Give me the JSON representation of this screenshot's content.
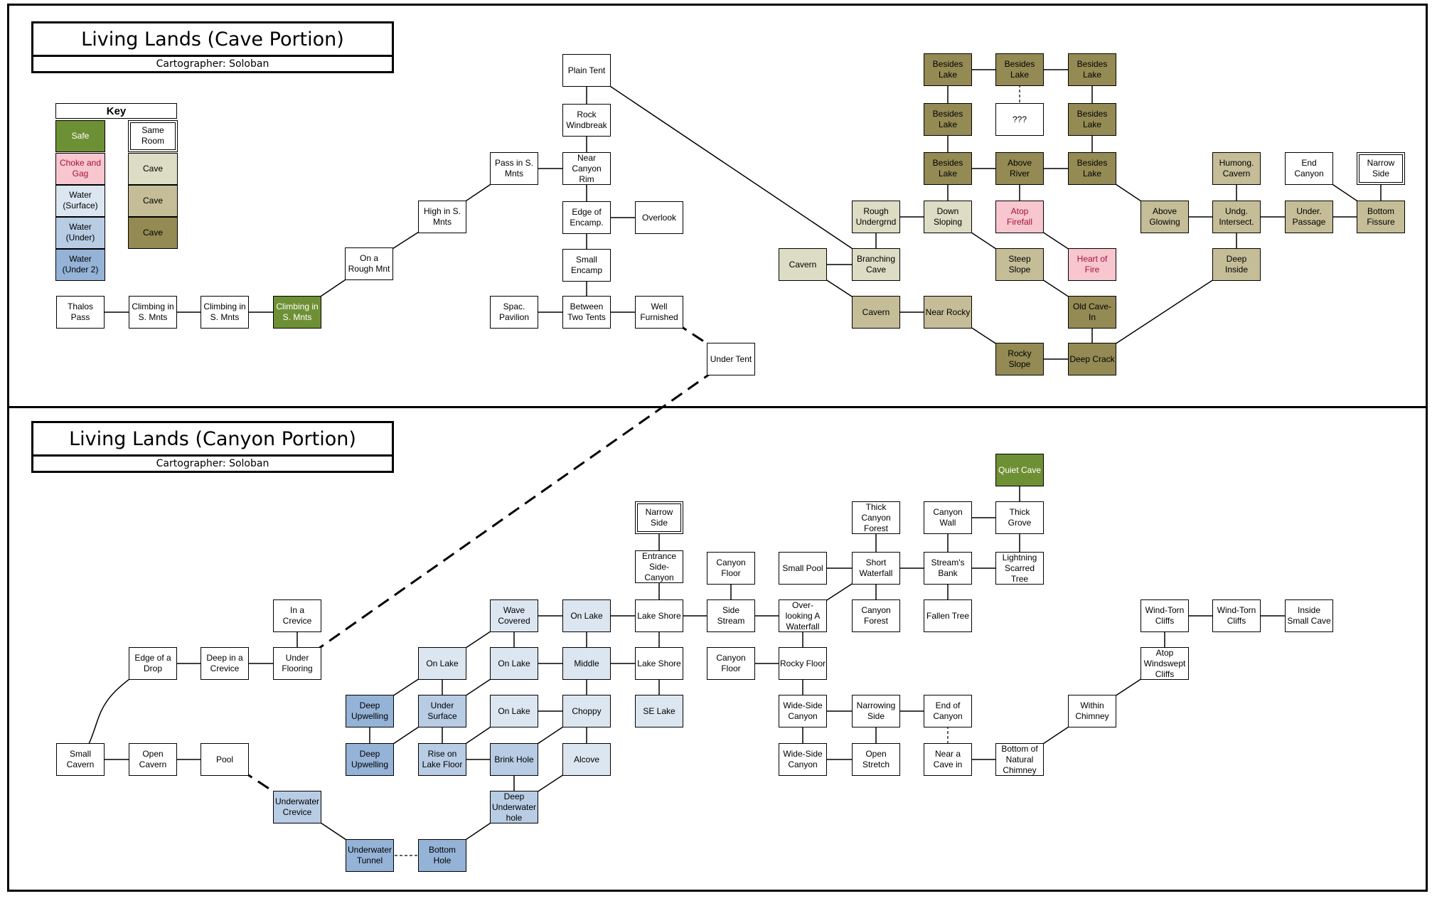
{
  "cave_portion": {
    "title": "Living Lands (Cave Portion)",
    "subtitle": "Cartographer: Soloban"
  },
  "canyon_portion": {
    "title": "Living Lands (Canyon Portion)",
    "subtitle": "Cartographer: Soloban"
  },
  "key": {
    "title": "Key",
    "items": [
      {
        "id": "k_safe",
        "label": "Safe",
        "type": "safe"
      },
      {
        "id": "k_choke",
        "label": "Choke and Gag",
        "type": "choke"
      },
      {
        "id": "k_ws",
        "label": "Water (Surface)",
        "type": "wsurf"
      },
      {
        "id": "k_wu",
        "label": "Water (Under)",
        "type": "wunder"
      },
      {
        "id": "k_wu2",
        "label": "Water (Under 2)",
        "type": "wunder2"
      },
      {
        "id": "k_same",
        "label": "Same Room",
        "type": "same"
      },
      {
        "id": "k_c1",
        "label": "Cave",
        "type": "cave1"
      },
      {
        "id": "k_c2",
        "label": "Cave",
        "type": "cave2"
      },
      {
        "id": "k_c3",
        "label": "Cave",
        "type": "cave3"
      }
    ]
  },
  "colors": {
    "safe": "#6e9034",
    "choke": "#f7c6cf",
    "choke_text": "#a4143a",
    "water_surface": "#dce6f1",
    "water_under": "#b8cce4",
    "water_under2": "#95b3d7",
    "cave_light": "#dddcc4",
    "cave_medium": "#c4bd97",
    "cave_dark": "#948a54"
  },
  "rooms": [
    {
      "id": "thalos",
      "label": "Thalos Pass",
      "type": "plain"
    },
    {
      "id": "climb1",
      "label": "Climbing in S. Mnts",
      "type": "plain"
    },
    {
      "id": "climb2",
      "label": "Climbing in S. Mnts",
      "type": "plain"
    },
    {
      "id": "climb3",
      "label": "Climbing in S. Mnts",
      "type": "safe"
    },
    {
      "id": "rough",
      "label": "On a Rough Mnt",
      "type": "plain"
    },
    {
      "id": "high",
      "label": "High in S. Mnts",
      "type": "plain"
    },
    {
      "id": "pass",
      "label": "Pass in S. Mnts",
      "type": "plain"
    },
    {
      "id": "plaintent",
      "label": "Plain Tent",
      "type": "plain"
    },
    {
      "id": "windbreak",
      "label": "Rock Windbreak",
      "type": "plain"
    },
    {
      "id": "nearrim",
      "label": "Near Canyon Rim",
      "type": "plain"
    },
    {
      "id": "edgeenc",
      "label": "Edge of Encamp.",
      "type": "plain"
    },
    {
      "id": "overlook",
      "label": "Overlook",
      "type": "plain"
    },
    {
      "id": "smallenc",
      "label": "Small Encamp",
      "type": "plain"
    },
    {
      "id": "spac",
      "label": "Spac. Pavilion",
      "type": "plain"
    },
    {
      "id": "between",
      "label": "Between Two Tents",
      "type": "plain"
    },
    {
      "id": "wellfurn",
      "label": "Well Furnished",
      "type": "plain"
    },
    {
      "id": "undertent",
      "label": "Under Tent",
      "type": "plain"
    },
    {
      "id": "bl1",
      "label": "Besides Lake",
      "type": "cave3"
    },
    {
      "id": "bl2",
      "label": "Besides Lake",
      "type": "cave3"
    },
    {
      "id": "bl3",
      "label": "Besides Lake",
      "type": "cave3"
    },
    {
      "id": "bl4",
      "label": "Besides Lake",
      "type": "cave3"
    },
    {
      "id": "qqq",
      "label": "???",
      "type": "plain"
    },
    {
      "id": "bl5",
      "label": "Besides Lake",
      "type": "cave3"
    },
    {
      "id": "bl6",
      "label": "Besides Lake",
      "type": "cave3"
    },
    {
      "id": "aboveriver",
      "label": "Above River",
      "type": "cave3"
    },
    {
      "id": "bl7",
      "label": "Besides Lake",
      "type": "cave3"
    },
    {
      "id": "roughug",
      "label": "Rough Undergrnd",
      "type": "cave1"
    },
    {
      "id": "downslope",
      "label": "Down Sloping",
      "type": "cave1"
    },
    {
      "id": "atopfire",
      "label": "Atop Firefall",
      "type": "choke"
    },
    {
      "id": "heartfire",
      "label": "Heart of Fire",
      "type": "choke"
    },
    {
      "id": "cavernA",
      "label": "Cavern",
      "type": "cave1"
    },
    {
      "id": "branching",
      "label": "Branching Cave",
      "type": "cave1"
    },
    {
      "id": "steepslope",
      "label": "Steep Slope",
      "type": "cave2"
    },
    {
      "id": "cavernB",
      "label": "Cavern",
      "type": "cave2"
    },
    {
      "id": "nearrocky",
      "label": "Near Rocky",
      "type": "cave2"
    },
    {
      "id": "oldcave",
      "label": "Old Cave-In",
      "type": "cave3"
    },
    {
      "id": "rockyslope",
      "label": "Rocky Slope",
      "type": "cave3"
    },
    {
      "id": "deepcrack",
      "label": "Deep Crack",
      "type": "cave3"
    },
    {
      "id": "humong",
      "label": "Humong. Cavern",
      "type": "cave2"
    },
    {
      "id": "aboveglow",
      "label": "Above Glowing",
      "type": "cave2"
    },
    {
      "id": "undg",
      "label": "Undg. Intersect.",
      "type": "cave2"
    },
    {
      "id": "underpass",
      "label": "Under. Passage",
      "type": "cave2"
    },
    {
      "id": "deepinside",
      "label": "Deep Inside",
      "type": "cave2"
    },
    {
      "id": "endcanyon",
      "label": "End Canyon",
      "type": "plain"
    },
    {
      "id": "narrowside1",
      "label": "Narrow Side",
      "type": "same"
    },
    {
      "id": "bottomfis",
      "label": "Bottom Fissure",
      "type": "cave2"
    },
    {
      "id": "quietcave",
      "label": "Quiet Cave",
      "type": "safe"
    },
    {
      "id": "narrowside2",
      "label": "Narrow Side",
      "type": "same"
    },
    {
      "id": "thickforest",
      "label": "Thick Canyon Forest",
      "type": "plain"
    },
    {
      "id": "canyonwall",
      "label": "Canyon Wall",
      "type": "plain"
    },
    {
      "id": "thickgrove",
      "label": "Thick Grove",
      "type": "plain"
    },
    {
      "id": "entrance",
      "label": "Entrance Side-Canyon",
      "type": "plain"
    },
    {
      "id": "cfloor1",
      "label": "Canyon Floor",
      "type": "plain"
    },
    {
      "id": "smallpool",
      "label": "Small Pool",
      "type": "plain"
    },
    {
      "id": "shortwf",
      "label": "Short Waterfall",
      "type": "plain"
    },
    {
      "id": "streambank",
      "label": "Stream's Bank",
      "type": "plain"
    },
    {
      "id": "lightning",
      "label": "Lightning Scarred Tree",
      "type": "plain"
    },
    {
      "id": "increvice",
      "label": "In a Crevice",
      "type": "plain"
    },
    {
      "id": "wave",
      "label": "Wave Covered",
      "type": "wsurf"
    },
    {
      "id": "onlake1",
      "label": "On Lake",
      "type": "wsurf"
    },
    {
      "id": "lakeshore1",
      "label": "Lake Shore",
      "type": "plain"
    },
    {
      "id": "sidestream",
      "label": "Side Stream",
      "type": "plain"
    },
    {
      "id": "overlookwf",
      "label": "Over-looking A Waterfall",
      "type": "plain"
    },
    {
      "id": "cforest",
      "label": "Canyon Forest",
      "type": "plain"
    },
    {
      "id": "fallentree",
      "label": "Fallen Tree",
      "type": "plain"
    },
    {
      "id": "windtorn1",
      "label": "Wind-Torn Cliffs",
      "type": "plain"
    },
    {
      "id": "windtorn2",
      "label": "Wind-Torn Cliffs",
      "type": "plain"
    },
    {
      "id": "insidesmall",
      "label": "Inside Small Cave",
      "type": "plain"
    },
    {
      "id": "edgedrop",
      "label": "Edge of a Drop",
      "type": "plain"
    },
    {
      "id": "deepcrev",
      "label": "Deep in a Crevice",
      "type": "plain"
    },
    {
      "id": "underfloor",
      "label": "Under Flooring",
      "type": "plain"
    },
    {
      "id": "onlake2",
      "label": "On Lake",
      "type": "wsurf"
    },
    {
      "id": "onlake3",
      "label": "On Lake",
      "type": "wsurf"
    },
    {
      "id": "middle",
      "label": "Middle",
      "type": "wsurf"
    },
    {
      "id": "lakeshore2",
      "label": "Lake Shore",
      "type": "plain"
    },
    {
      "id": "cfloor2",
      "label": "Canyon Floor",
      "type": "plain"
    },
    {
      "id": "rockyfloor",
      "label": "Rocky Floor",
      "type": "plain"
    },
    {
      "id": "atopwind",
      "label": "Atop Windswept Cliffs",
      "type": "plain"
    },
    {
      "id": "deepup1",
      "label": "Deep Upwelling",
      "type": "wunder2"
    },
    {
      "id": "undersurf",
      "label": "Under Surface",
      "type": "wunder"
    },
    {
      "id": "onlake4",
      "label": "On Lake",
      "type": "wsurf"
    },
    {
      "id": "choppy",
      "label": "Choppy",
      "type": "wsurf"
    },
    {
      "id": "selake",
      "label": "SE Lake",
      "type": "wsurf"
    },
    {
      "id": "wideside1",
      "label": "Wide-Side Canyon",
      "type": "plain"
    },
    {
      "id": "narrowingside",
      "label": "Narrowing Side",
      "type": "plain"
    },
    {
      "id": "endofcanyon",
      "label": "End of Canyon",
      "type": "plain"
    },
    {
      "id": "withinchimney",
      "label": "Within Chimney",
      "type": "plain"
    },
    {
      "id": "smallcavern",
      "label": "Small Cavern",
      "type": "plain"
    },
    {
      "id": "opencavern",
      "label": "Open Cavern",
      "type": "plain"
    },
    {
      "id": "pool",
      "label": "Pool",
      "type": "plain"
    },
    {
      "id": "deepup2",
      "label": "Deep Upwelling",
      "type": "wunder2"
    },
    {
      "id": "riseonlake",
      "label": "Rise on Lake Floor",
      "type": "wunder"
    },
    {
      "id": "brinkhole",
      "label": "Brink Hole",
      "type": "wunder"
    },
    {
      "id": "alcove",
      "label": "Alcove",
      "type": "wsurf"
    },
    {
      "id": "wideside2",
      "label": "Wide-Side Canyon",
      "type": "plain"
    },
    {
      "id": "openstretch",
      "label": "Open Stretch",
      "type": "plain"
    },
    {
      "id": "nearcave",
      "label": "Near a Cave in",
      "type": "plain"
    },
    {
      "id": "bottomchimney",
      "label": "Bottom of Natural Chimney",
      "type": "plain"
    },
    {
      "id": "uwcrevice",
      "label": "Underwater Crevice",
      "type": "wunder"
    },
    {
      "id": "deepuwhole",
      "label": "Deep Underwater hole",
      "type": "wunder"
    },
    {
      "id": "uwtunnel",
      "label": "Underwater Tunnel",
      "type": "wunder2"
    },
    {
      "id": "bottomhole",
      "label": "Bottom Hole",
      "type": "wunder2"
    }
  ]
}
